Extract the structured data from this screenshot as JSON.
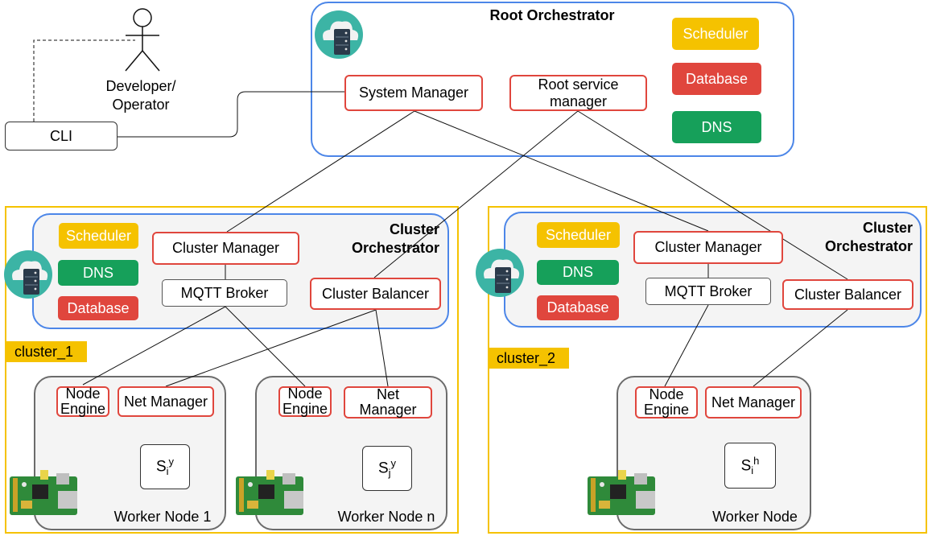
{
  "user": {
    "label_line1": "Developer/",
    "label_line2": "Operator"
  },
  "cli": {
    "label": "CLI"
  },
  "root": {
    "title": "Root Orchestrator",
    "system_manager": "System Manager",
    "service_manager_line1": "Root service",
    "service_manager_line2": "manager",
    "scheduler": "Scheduler",
    "database": "Database",
    "dns": "DNS"
  },
  "cluster1": {
    "tag": "cluster_1",
    "title_line1": "Cluster",
    "title_line2": "Orchestrator",
    "scheduler": "Scheduler",
    "dns": "DNS",
    "database": "Database",
    "cluster_manager": "Cluster Manager",
    "mqtt_broker": "MQTT Broker",
    "cluster_balancer": "Cluster Balancer",
    "worker1": {
      "node_engine_line1": "Node",
      "node_engine_line2": "Engine",
      "net_manager": "Net Manager",
      "service_base": "S",
      "service_sub": "i",
      "service_sup": "y",
      "name": "Worker Node 1"
    },
    "workerN": {
      "node_engine_line1": "Node",
      "node_engine_line2": "Engine",
      "net_manager_line1": "Net",
      "net_manager_line2": "Manager",
      "service_base": "S",
      "service_sub": "j",
      "service_sup": "y",
      "name": "Worker Node n"
    }
  },
  "cluster2": {
    "tag": "cluster_2",
    "title_line1": "Cluster",
    "title_line2": "Orchestrator",
    "scheduler": "Scheduler",
    "dns": "DNS",
    "database": "Database",
    "cluster_manager": "Cluster Manager",
    "mqtt_broker": "MQTT Broker",
    "cluster_balancer": "Cluster Balancer",
    "worker": {
      "node_engine_line1": "Node",
      "node_engine_line2": "Engine",
      "net_manager": "Net Manager",
      "service_base": "S",
      "service_sub": "i",
      "service_sup": "h",
      "name": "Worker Node"
    }
  },
  "colors": {
    "accent_blue": "#4c86e8",
    "component_red": "#e0463d",
    "scheduler_yellow": "#f5c200",
    "dns_green": "#16a05a",
    "worker_grey": "#6b6b6b"
  }
}
